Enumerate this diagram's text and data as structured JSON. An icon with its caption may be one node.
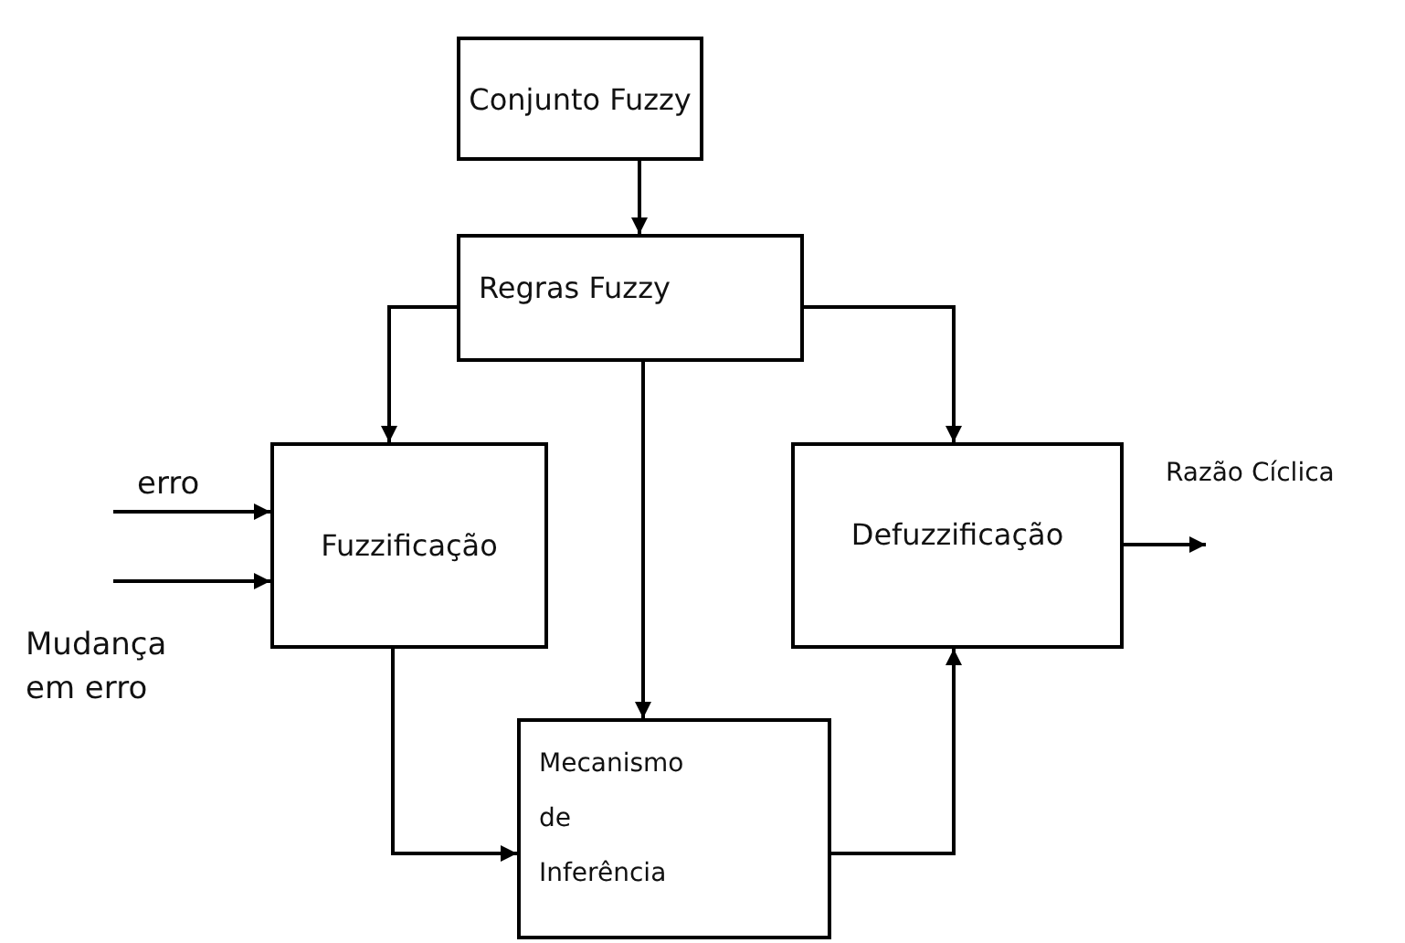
{
  "diagram": {
    "nodes": [
      {
        "text": [
          "Conjunto Fuzzy"
        ]
      },
      {
        "text": [
          "Regras Fuzzy"
        ]
      },
      {
        "text": [
          "Fuzzificação"
        ]
      },
      {
        "text": [
          "Defuzzificação"
        ]
      },
      {
        "text": [
          "Mecanismo de Inferência"
        ]
      }
    ],
    "edges": [
      {
        "from": 0,
        "to": 1,
        "arrow": "to"
      },
      {
        "from": 1,
        "to": 2,
        "arrow": "to"
      },
      {
        "from": 1,
        "to": 3,
        "arrow": "to"
      },
      {
        "from": 1,
        "to": 4,
        "arrow": "to"
      },
      {
        "from": 2,
        "to": 4,
        "arrow": "to"
      },
      {
        "from": 4,
        "to": 3,
        "arrow": "to"
      },
      {
        "from": null,
        "to": 2,
        "arrow": "to",
        "label": "erro"
      },
      {
        "from": null,
        "to": 2,
        "arrow": "to",
        "label": "Mudança em erro"
      },
      {
        "from": 3,
        "to": null,
        "arrow": "to",
        "label": "Razão Cíclica"
      }
    ]
  }
}
